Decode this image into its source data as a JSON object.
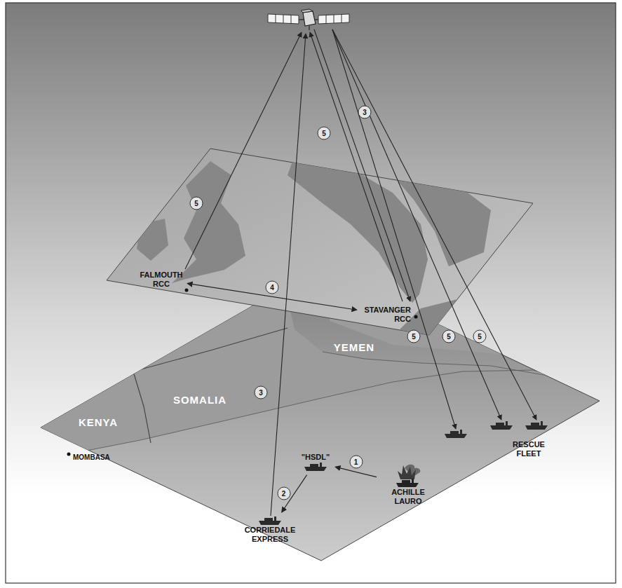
{
  "diagram": {
    "nodes": [
      {
        "text": [
          "FALMOUTH RCC"
        ]
      },
      {
        "text": [
          "STAVANGER RCC"
        ]
      },
      {
        "text": [
          "\"HSDL\""
        ]
      },
      {
        "text": [
          "ACHILLE LAURO"
        ]
      },
      {
        "text": [
          "CORRIEDALE EXPRESS"
        ]
      },
      {
        "text": [
          "RESCUE FLEET"
        ]
      }
    ],
    "edges": [
      {
        "from": 3,
        "to": 2,
        "arrow": "to",
        "label": "1"
      },
      {
        "from": 2,
        "to": 4,
        "arrow": "to",
        "label": "2"
      },
      {
        "from": 0,
        "to": 1,
        "arrow": "both",
        "label": "4"
      }
    ],
    "labels": [
      "5",
      "3",
      "5",
      "3",
      "5",
      "5",
      "5",
      "YEMEN",
      "KENYA",
      "SOMALIA",
      "MOMBASA"
    ]
  }
}
